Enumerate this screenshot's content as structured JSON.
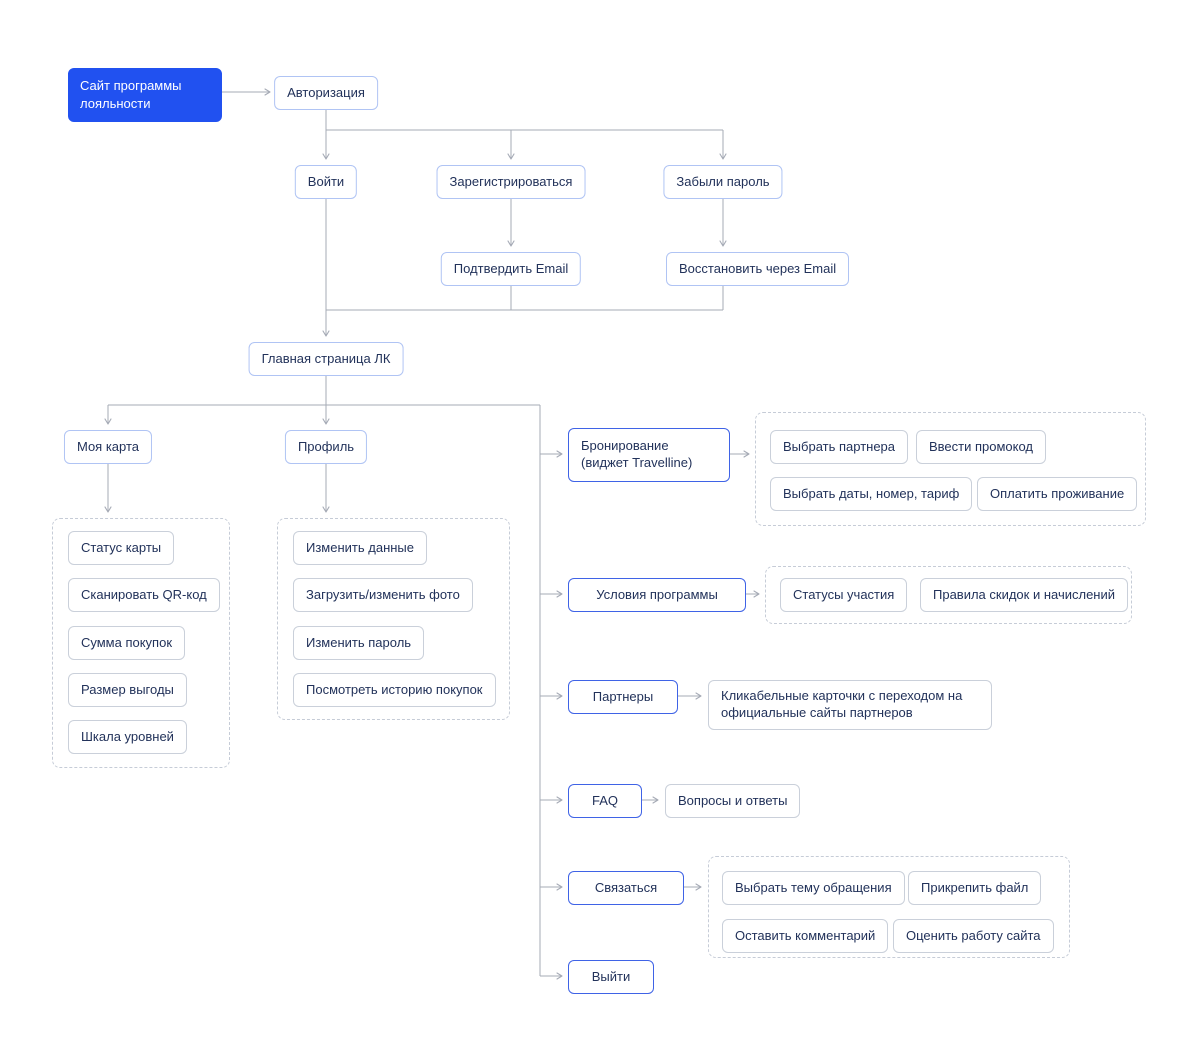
{
  "diagram": {
    "nodes": {
      "root": "Сайт программы лояльности",
      "auth": "Авторизация",
      "login": "Войти",
      "register": "Зарегистрироваться",
      "forgot_password": "Забыли пароль",
      "confirm_email": "Подтвердить Email",
      "restore_via_email": "Восстановить через Email",
      "main_page": "Главная страница ЛК",
      "my_card": "Моя карта",
      "profile": "Профиль",
      "booking": {
        "line1": "Бронирование",
        "line2": "(виджет Travelline)"
      },
      "terms": "Условия программы",
      "partners": "Партнеры",
      "faq": "FAQ",
      "contact": "Связаться",
      "logout": "Выйти",
      "partners_result": "Кликабельные карточки с переходом на официальные сайты партнеров",
      "faq_result": "Вопросы и ответы"
    },
    "groups": {
      "my_card_items": [
        "Статус карты",
        "Сканировать QR-код",
        "Сумма покупок",
        "Размер выгоды",
        "Шкала уровней"
      ],
      "profile_items": [
        "Изменить данные",
        "Загрузить/изменить фото",
        "Изменить пароль",
        "Посмотреть историю покупок"
      ],
      "booking_items": [
        "Выбрать партнера",
        "Ввести промокод",
        "Выбрать даты, номер, тариф",
        "Оплатить проживание"
      ],
      "terms_items": [
        "Статусы участия",
        "Правила скидок и начислений"
      ],
      "contact_items": [
        "Выбрать тему обращения",
        "Прикрепить файл",
        "Оставить комментарий",
        "Оценить работу сайта"
      ]
    },
    "colors": {
      "accent": "#2151f0",
      "light_border": "#b0c4f4",
      "strong_border": "#3f63e6",
      "gray_border": "#cad0da",
      "dashed_border": "#c6ccd7",
      "text": "#22325a",
      "line": "#a6abb6"
    }
  }
}
